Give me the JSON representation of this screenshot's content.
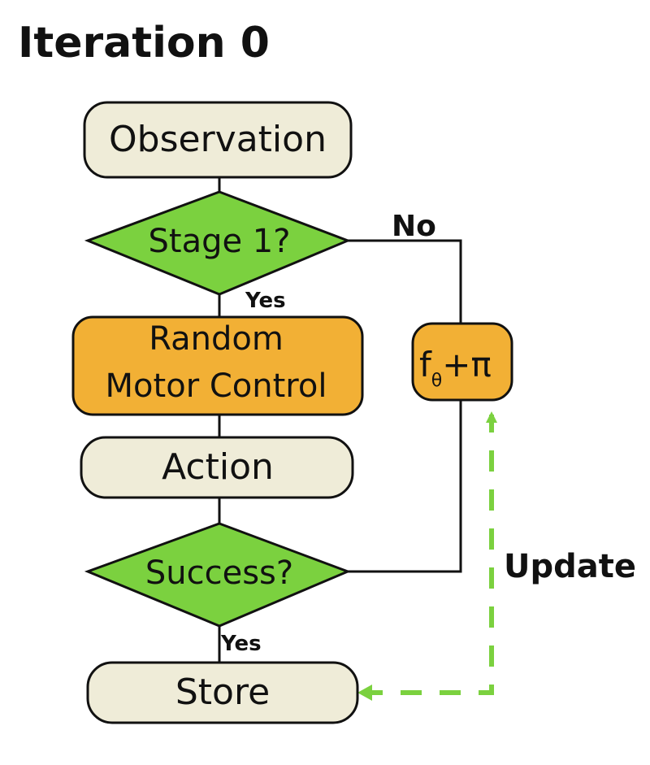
{
  "title": "Iteration 0",
  "nodes": {
    "observation": "Observation",
    "stage1": "Stage 1?",
    "random_line1": "Random",
    "random_line2": "Motor Control",
    "action": "Action",
    "success": "Success?",
    "store": "Store",
    "policy_main": "f",
    "policy_sub": "θ",
    "policy_rest": "+π"
  },
  "edge_labels": {
    "stage1_no": "No",
    "stage1_yes": "Yes",
    "success_yes": "Yes",
    "update": "Update"
  },
  "colors": {
    "box_fill": "#efecd8",
    "orange": "#f2b035",
    "green": "#7bd13f",
    "dashed_green": "#7bd13f",
    "line": "#111111"
  }
}
